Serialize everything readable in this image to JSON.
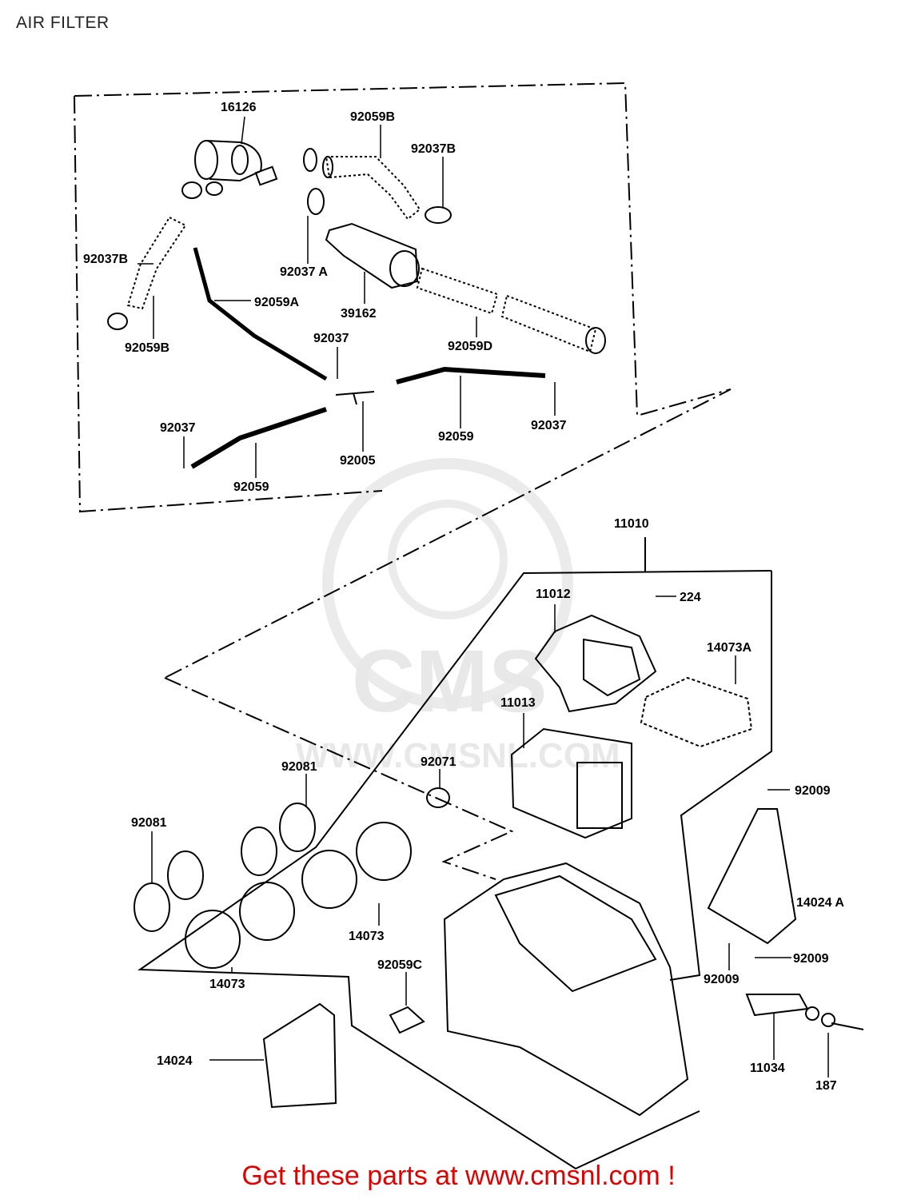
{
  "page_title": "AIR FILTER",
  "footer_text": "Get these parts at www.cmsnl.com !",
  "watermark": {
    "logo_text": "CMS",
    "url_text": "WWW.CMSNL.COM"
  },
  "colors": {
    "footer": "#e00000",
    "line": "#000000"
  },
  "part_labels": {
    "p16126": "16126",
    "p92059B_top": "92059B",
    "p92037B_top": "92037B",
    "p92037B_left": "92037B",
    "p92037A": "92037 A",
    "p92059A": "92059A",
    "p39162": "39162",
    "p92059B_left": "92059B",
    "p92037_mid": "92037",
    "p92059D": "92059D",
    "p92037_left": "92037",
    "p92059_right": "92059",
    "p92037_right": "92037",
    "p92005": "92005",
    "p92059_left": "92059",
    "p11010": "11010",
    "p11012": "11012",
    "p224": "224",
    "p14073A": "14073A",
    "p11013": "11013",
    "p92081_a": "92081",
    "p92071": "92071",
    "p92081_b": "92081",
    "p92009_top": "92009",
    "p14024A": "14024 A",
    "p14073_right": "14073",
    "p14073_left": "14073",
    "p92059C": "92059C",
    "p92009_mid": "92009",
    "p92009_low": "92009",
    "p14024": "14024",
    "p11034": "11034",
    "p187": "187"
  }
}
